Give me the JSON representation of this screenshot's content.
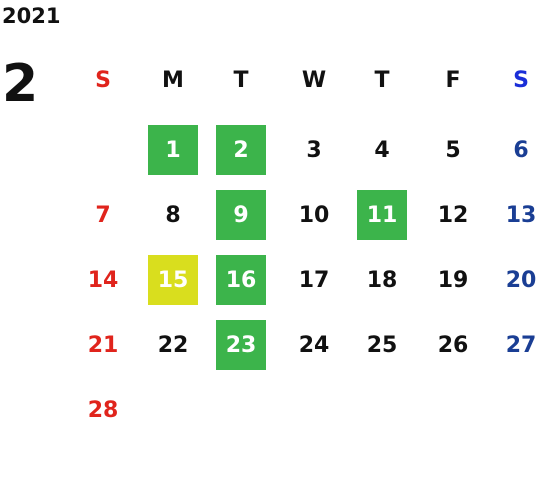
{
  "year": "2021",
  "month": "2",
  "weekdays": [
    {
      "label": "S",
      "color": "#e0241c"
    },
    {
      "label": "M",
      "color": "#111111"
    },
    {
      "label": "T",
      "color": "#111111"
    },
    {
      "label": "W",
      "color": "#111111"
    },
    {
      "label": "T",
      "color": "#111111"
    },
    {
      "label": "F",
      "color": "#111111"
    },
    {
      "label": "S",
      "color": "#1a2ed8"
    }
  ],
  "days": [
    {
      "day": "1",
      "col": 1,
      "row": 0,
      "highlight": "green"
    },
    {
      "day": "2",
      "col": 2,
      "row": 0,
      "highlight": "green"
    },
    {
      "day": "3",
      "col": 3,
      "row": 0
    },
    {
      "day": "4",
      "col": 4,
      "row": 0
    },
    {
      "day": "5",
      "col": 5,
      "row": 0
    },
    {
      "day": "6",
      "col": 6,
      "row": 0
    },
    {
      "day": "7",
      "col": 0,
      "row": 1
    },
    {
      "day": "8",
      "col": 1,
      "row": 1
    },
    {
      "day": "9",
      "col": 2,
      "row": 1,
      "highlight": "green"
    },
    {
      "day": "10",
      "col": 3,
      "row": 1
    },
    {
      "day": "11",
      "col": 4,
      "row": 1,
      "highlight": "green"
    },
    {
      "day": "12",
      "col": 5,
      "row": 1
    },
    {
      "day": "13",
      "col": 6,
      "row": 1
    },
    {
      "day": "14",
      "col": 0,
      "row": 2
    },
    {
      "day": "15",
      "col": 1,
      "row": 2,
      "highlight": "yellow"
    },
    {
      "day": "16",
      "col": 2,
      "row": 2,
      "highlight": "green"
    },
    {
      "day": "17",
      "col": 3,
      "row": 2
    },
    {
      "day": "18",
      "col": 4,
      "row": 2
    },
    {
      "day": "19",
      "col": 5,
      "row": 2
    },
    {
      "day": "20",
      "col": 6,
      "row": 2
    },
    {
      "day": "21",
      "col": 0,
      "row": 3
    },
    {
      "day": "22",
      "col": 1,
      "row": 3
    },
    {
      "day": "23",
      "col": 2,
      "row": 3,
      "highlight": "green"
    },
    {
      "day": "24",
      "col": 3,
      "row": 3
    },
    {
      "day": "25",
      "col": 4,
      "row": 3
    },
    {
      "day": "26",
      "col": 5,
      "row": 3
    },
    {
      "day": "27",
      "col": 6,
      "row": 3
    },
    {
      "day": "28",
      "col": 0,
      "row": 4
    }
  ],
  "colors": {
    "sunday": "#e0241c",
    "saturday": "#1a3e94",
    "weekday": "#111111",
    "highlight_green": "#3cb44b",
    "highlight_yellow": "#d9de1e",
    "highlight_text": "#ffffff"
  }
}
